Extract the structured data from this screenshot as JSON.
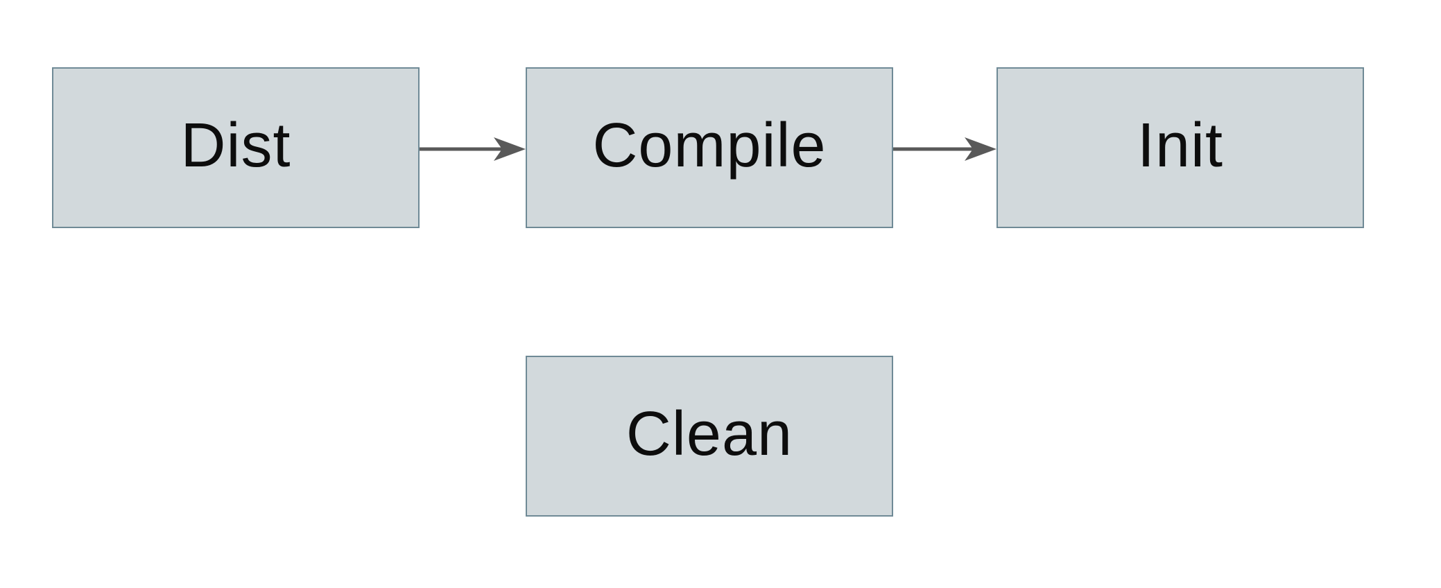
{
  "diagram": {
    "title": "build-targets-flowchart",
    "nodes": [
      {
        "id": "dist",
        "label": "Dist"
      },
      {
        "id": "compile",
        "label": "Compile"
      },
      {
        "id": "init",
        "label": "Init"
      },
      {
        "id": "clean",
        "label": "Clean"
      }
    ],
    "edges": [
      {
        "from": "dist",
        "to": "compile",
        "style": "solid-arrow"
      },
      {
        "from": "compile",
        "to": "init",
        "style": "solid-arrow"
      }
    ]
  },
  "colors": {
    "background": "#ffffff",
    "node_fill": "#d2d9dc",
    "node_border": "#6f8a96",
    "arrow": "#595959",
    "text": "#0d0d0d"
  }
}
